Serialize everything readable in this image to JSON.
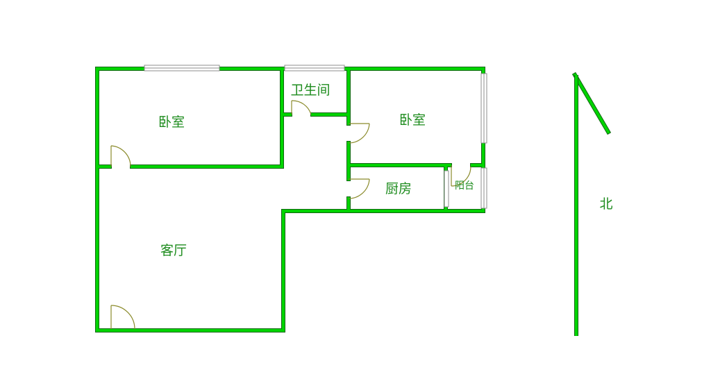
{
  "rooms": {
    "bedroom_left": "卧室",
    "bathroom": "卫生间",
    "bedroom_right": "卧室",
    "kitchen": "厨房",
    "balcony": "阳台",
    "living_room": "客厅"
  },
  "compass": {
    "north_label": "北"
  },
  "colors": {
    "wall": "#00d400",
    "wall_outline": "#116611",
    "door": "#8a8a2a",
    "window": "#8c8c8c",
    "label": "#1e8c1e"
  }
}
